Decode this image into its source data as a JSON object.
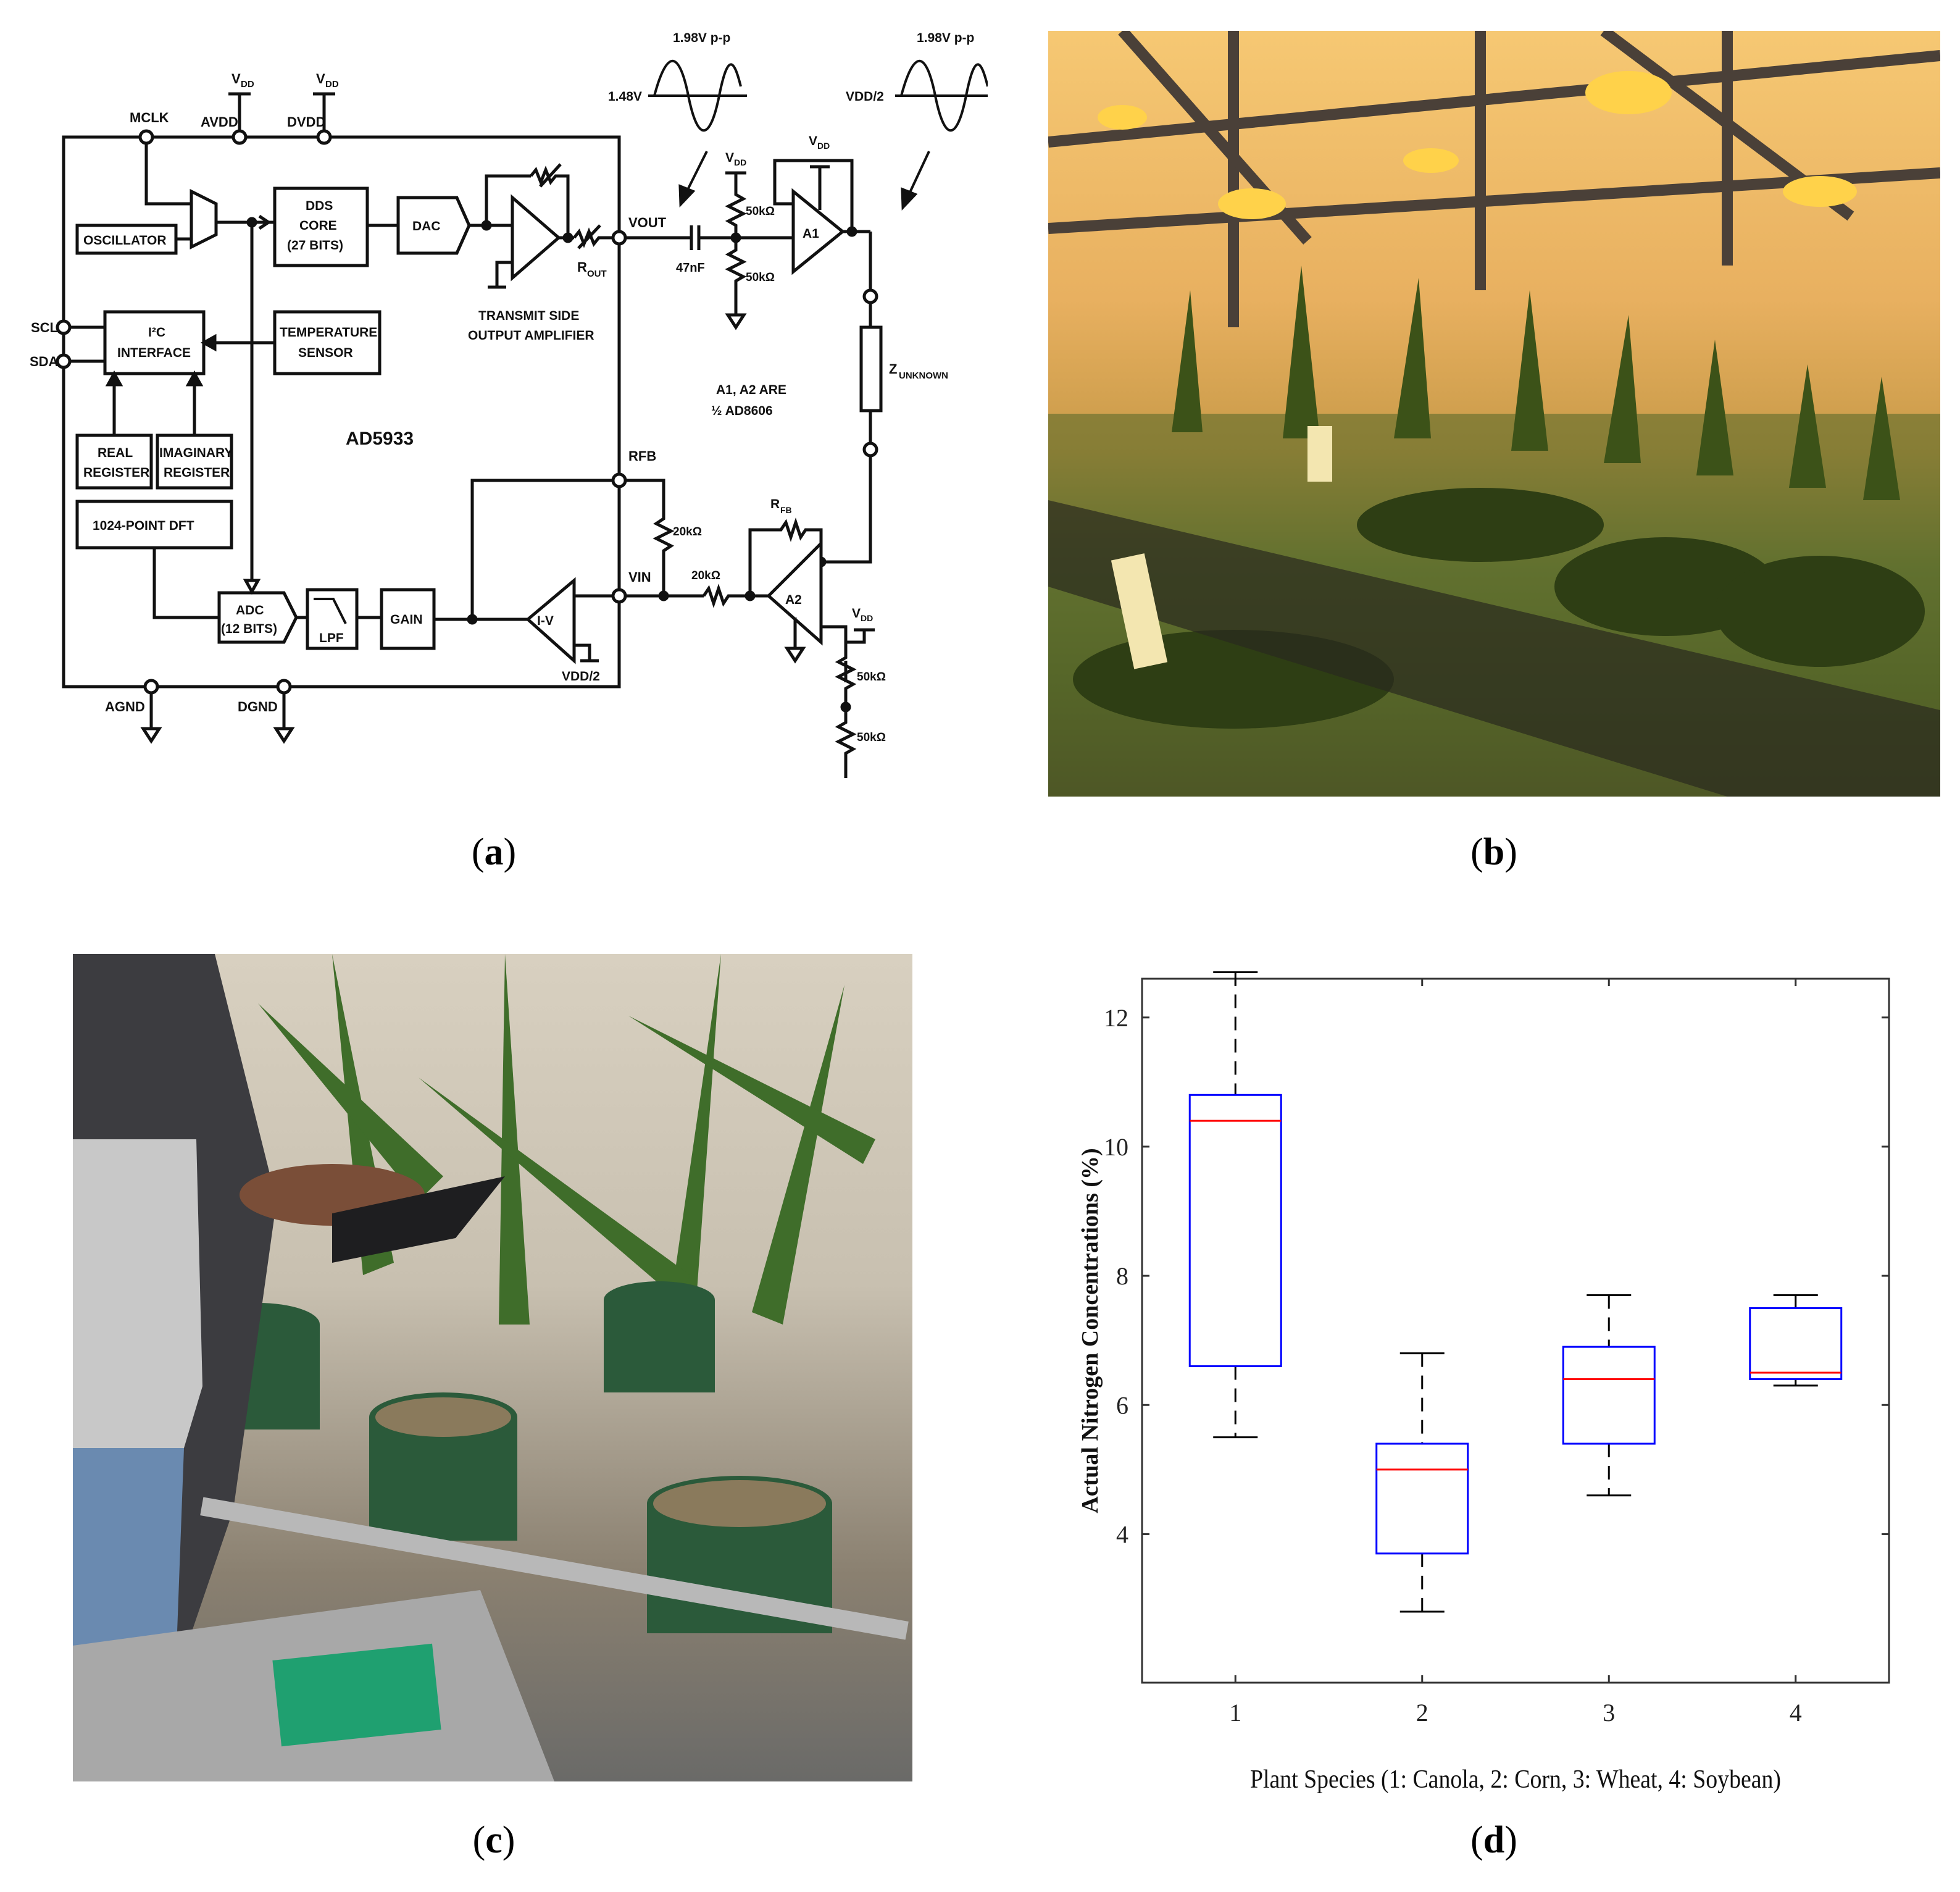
{
  "figure": {
    "panel_a": {
      "caption_letter": "a",
      "chip_name": "AD5933",
      "labels": {
        "mclk": "MCLK",
        "avdd": "AVDD",
        "dvdd": "DVDD",
        "vdd": "V",
        "dd": "DD",
        "oscillator": "OSCILLATOR",
        "dds1": "DDS",
        "dds2": "CORE",
        "dds3": "(27 BITS)",
        "dac": "DAC",
        "scl": "SCL",
        "sda": "SDA",
        "i2c1": "I²C",
        "i2c2": "INTERFACE",
        "temp1": "TEMPERATURE",
        "temp2": "SENSOR",
        "real1": "REAL",
        "real2": "REGISTER",
        "imag1": "IMAGINARY",
        "imag2": "REGISTER",
        "dft": "1024-POINT DFT",
        "adc1": "ADC",
        "adc2": "(12 BITS)",
        "lpf": "LPF",
        "gain": "GAIN",
        "iv": "I-V",
        "vdd2": "VDD/2",
        "agnd": "AGND",
        "dgnd": "DGND",
        "tx1": "TRANSMIT SIDE",
        "tx2": "OUTPUT AMPLIFIER",
        "rout": "R",
        "out": "OUT",
        "vout": "VOUT",
        "rfb": "RFB",
        "vin": "VIN",
        "cap": "47nF",
        "r50a": "50kΩ",
        "r50b": "50kΩ",
        "r20a": "20kΩ",
        "r20b": "20kΩ",
        "r50c": "50kΩ",
        "r50d": "50kΩ",
        "a1": "A1",
        "a2": "A2",
        "rfb_label": "R",
        "fb": "FB",
        "zunk": "Z",
        "unknown": "UNKNOWN",
        "are1": "A1, A2 ARE",
        "are2": "½ AD8606",
        "sig1_amp": "1.98V p-p",
        "sig1_off": "1.48V",
        "sig2_amp": "1.98V p-p",
        "sig2_off": "VDD/2"
      }
    },
    "panel_b": {
      "caption_letter": "b"
    },
    "panel_c": {
      "caption_letter": "c"
    },
    "panel_d": {
      "caption_letter": "d"
    }
  },
  "chart_data": {
    "type": "box",
    "xlabel": "Plant Species (1: Canola, 2: Corn, 3: Wheat, 4: Soybean)",
    "ylabel": "Actual Nitrogen Concentrations (%)",
    "xlim": [
      0.5,
      4.5
    ],
    "ylim": [
      1.7,
      12.6
    ],
    "yticks": [
      4,
      6,
      8,
      10,
      12
    ],
    "xticks": [
      1,
      2,
      3,
      4
    ],
    "colors": {
      "box": "#0000ff",
      "median": "#ff0000",
      "whisker": "#000000"
    },
    "boxes": [
      {
        "x": 1,
        "label": "1",
        "min": 5.5,
        "q1": 6.6,
        "median": 10.4,
        "q3": 10.8,
        "max": 12.7
      },
      {
        "x": 2,
        "label": "2",
        "min": 2.8,
        "q1": 3.7,
        "median": 5.0,
        "q3": 5.4,
        "max": 6.8
      },
      {
        "x": 3,
        "label": "3",
        "min": 4.6,
        "q1": 5.4,
        "median": 6.4,
        "q3": 6.9,
        "max": 7.7
      },
      {
        "x": 4,
        "label": "4",
        "min": 6.3,
        "q1": 6.4,
        "median": 6.5,
        "q3": 7.5,
        "max": 7.7
      }
    ]
  }
}
